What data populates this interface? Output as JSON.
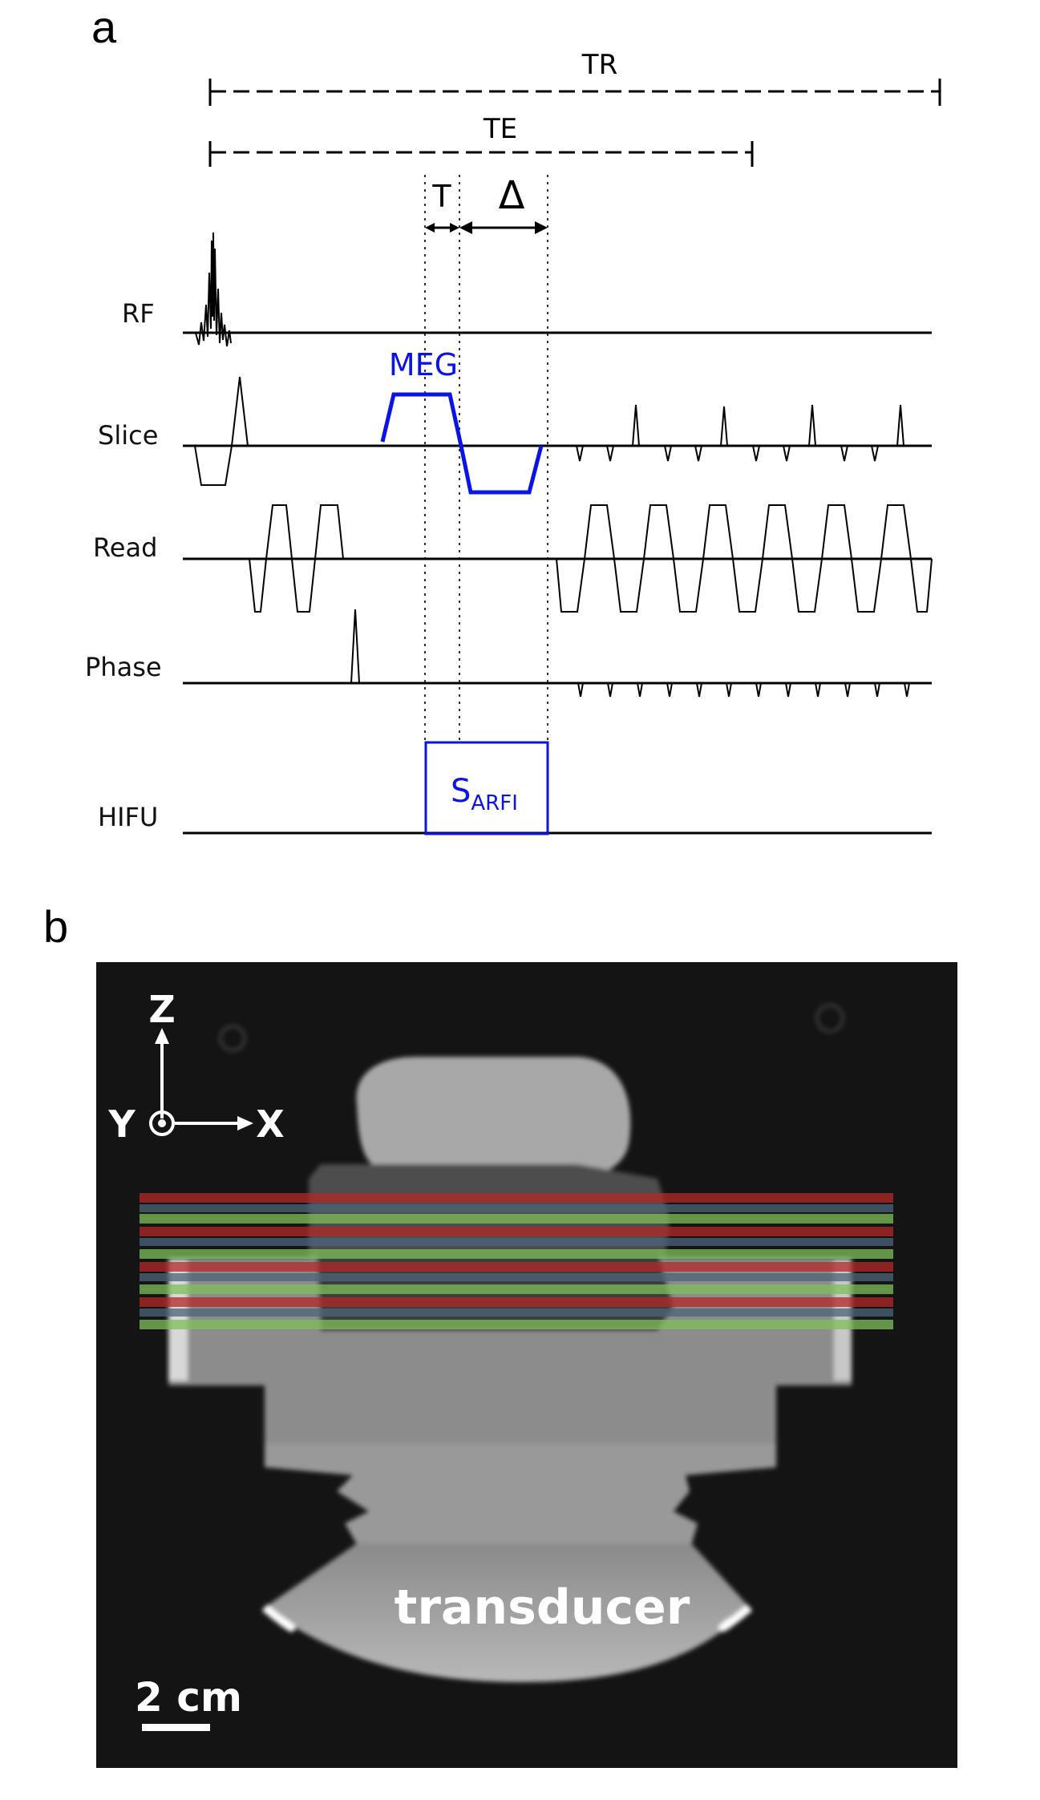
{
  "panel_a": {
    "letter": "a",
    "timings": {
      "tr": "TR",
      "te": "TE",
      "t": "T",
      "delta": "Δ"
    },
    "channels": {
      "rf": "RF",
      "slice": "Slice",
      "read": "Read",
      "phase": "Phase",
      "hifu": "HIFU"
    },
    "meg_label": "MEG",
    "hifu_pulse": {
      "main": "S",
      "sub": "ARFI"
    }
  },
  "panel_b": {
    "letter": "b",
    "axes": {
      "z": "Z",
      "y": "Y",
      "x": "X"
    },
    "transducer_label": "transducer",
    "scale_bar_label": "2 cm"
  },
  "colors": {
    "black": "#000000",
    "blue": "#0a14e6",
    "slice_red": "#b42828",
    "slice_green": "#7fbf5a",
    "slice_slate": "#4a6478"
  }
}
